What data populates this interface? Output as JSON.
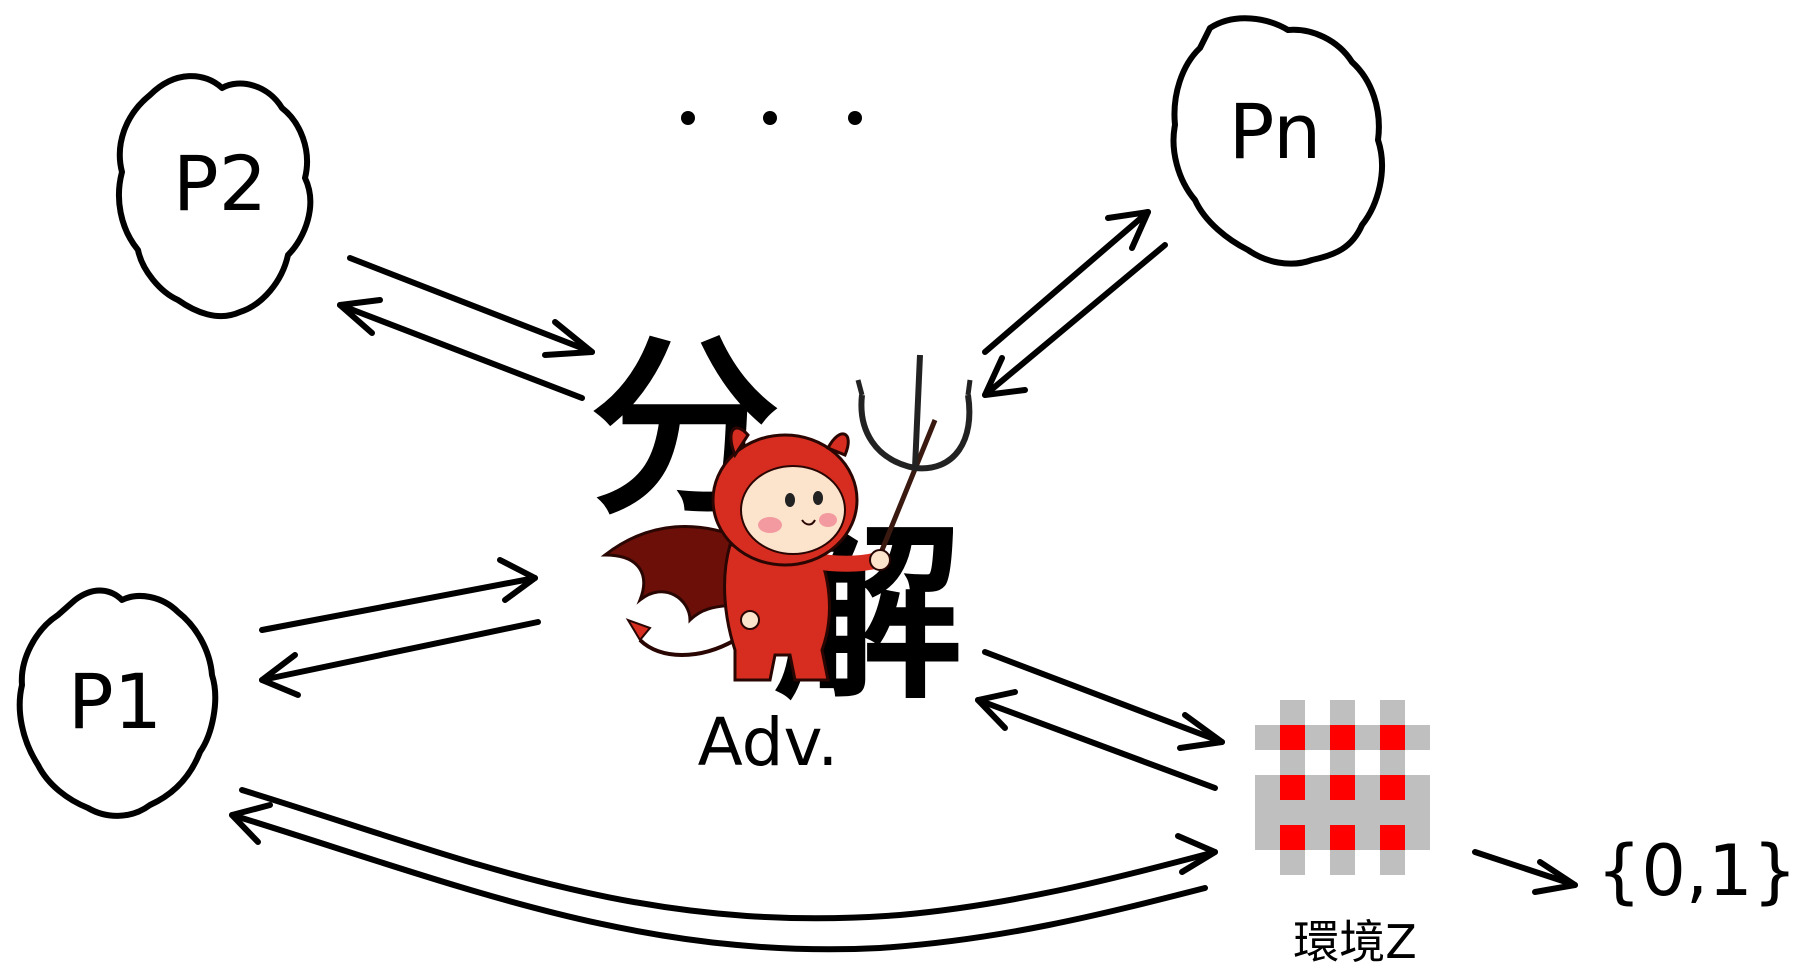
{
  "parties": {
    "p1": "P1",
    "p2": "P2",
    "pn": "Pn"
  },
  "ellipsis": "・・・",
  "adversary": {
    "label": "Adv.",
    "kanji_top": "分",
    "kanji_bottom": "解",
    "devil_icon": "devil-with-trident-icon"
  },
  "environment": {
    "label": "環境Z",
    "checker_colors": {
      "red": "#ff0000",
      "gray": "#bfbfbf",
      "white": "#ffffff"
    }
  },
  "output": "{0,1}",
  "colors": {
    "stroke": "#000000",
    "devil_red": "#d62d20",
    "devil_dark": "#8b1a10",
    "face": "#fbe3cc",
    "cheek": "#f39aa0"
  }
}
